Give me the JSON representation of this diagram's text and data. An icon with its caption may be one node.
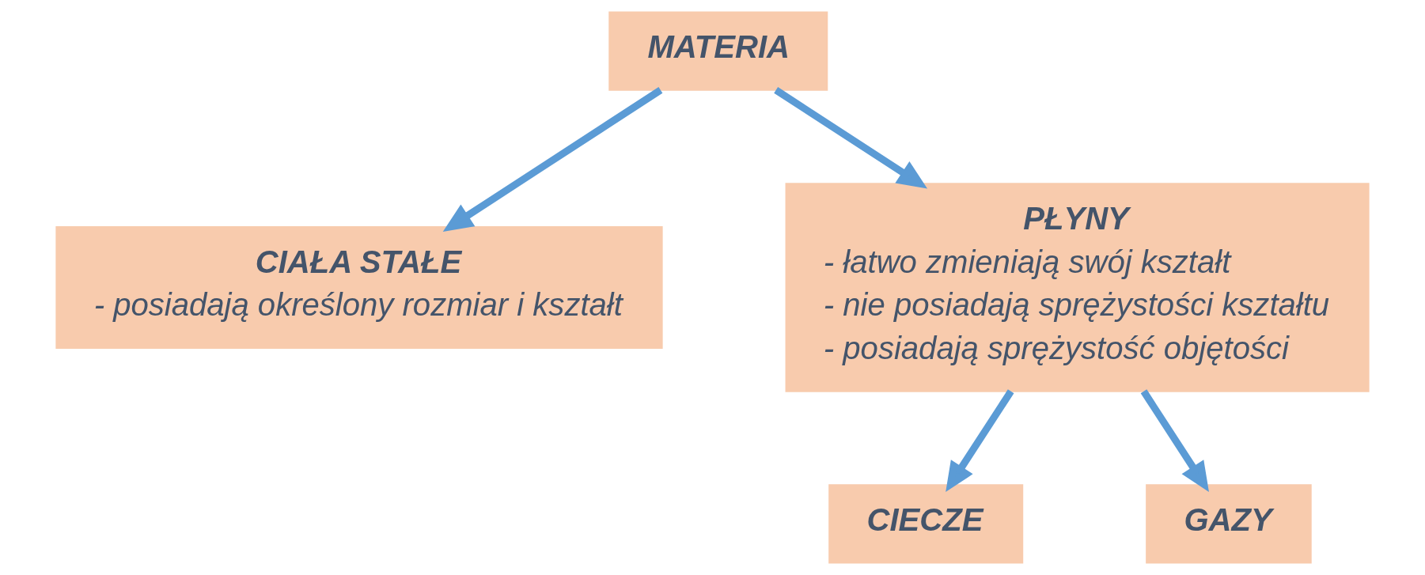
{
  "diagram": {
    "nodes": [
      {
        "text": [
          "MATERIA"
        ]
      },
      {
        "text": [
          "CIAŁA STAŁE",
          "- posiadają określony rozmiar i kształt"
        ]
      },
      {
        "text": [
          "PŁYNY",
          "- łatwo zmieniają swój kształt",
          "- nie posiadają sprężystości kształtu",
          "- posiadają sprężystość objętości"
        ]
      },
      {
        "text": [
          "CIECZE"
        ]
      },
      {
        "text": [
          "GAZY"
        ]
      }
    ],
    "edges": [
      {
        "from": 0,
        "to": 1,
        "arrow": "to"
      },
      {
        "from": 0,
        "to": 2,
        "arrow": "to"
      },
      {
        "from": 2,
        "to": 3,
        "arrow": "to"
      },
      {
        "from": 2,
        "to": 4,
        "arrow": "to"
      }
    ]
  }
}
